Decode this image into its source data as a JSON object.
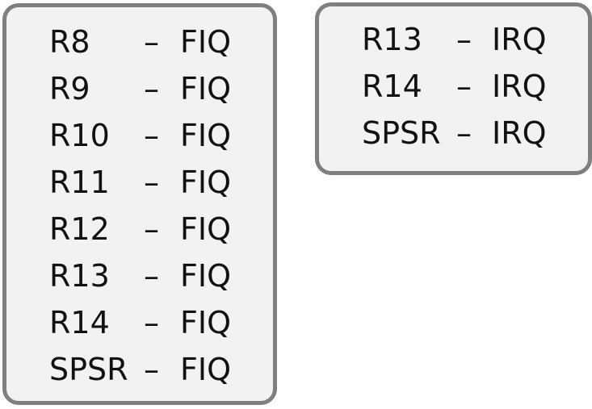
{
  "fiq_bank": {
    "rows": [
      {
        "register": "R8",
        "separator": "–",
        "mode": "FIQ"
      },
      {
        "register": "R9",
        "separator": "–",
        "mode": "FIQ"
      },
      {
        "register": "R10",
        "separator": "–",
        "mode": "FIQ"
      },
      {
        "register": "R11",
        "separator": "–",
        "mode": "FIQ"
      },
      {
        "register": "R12",
        "separator": "–",
        "mode": "FIQ"
      },
      {
        "register": "R13",
        "separator": "–",
        "mode": "FIQ"
      },
      {
        "register": "R14",
        "separator": "–",
        "mode": "FIQ"
      },
      {
        "register": "SPSR",
        "separator": "–",
        "mode": "FIQ"
      }
    ]
  },
  "irq_bank": {
    "rows": [
      {
        "register": "R13",
        "separator": "–",
        "mode": "IRQ"
      },
      {
        "register": "R14",
        "separator": "–",
        "mode": "IRQ"
      },
      {
        "register": "SPSR",
        "separator": "–",
        "mode": "IRQ"
      }
    ]
  },
  "colors": {
    "panel_fill": "#f2f2f2",
    "panel_border": "#7f7f7f",
    "text": "#111111"
  }
}
